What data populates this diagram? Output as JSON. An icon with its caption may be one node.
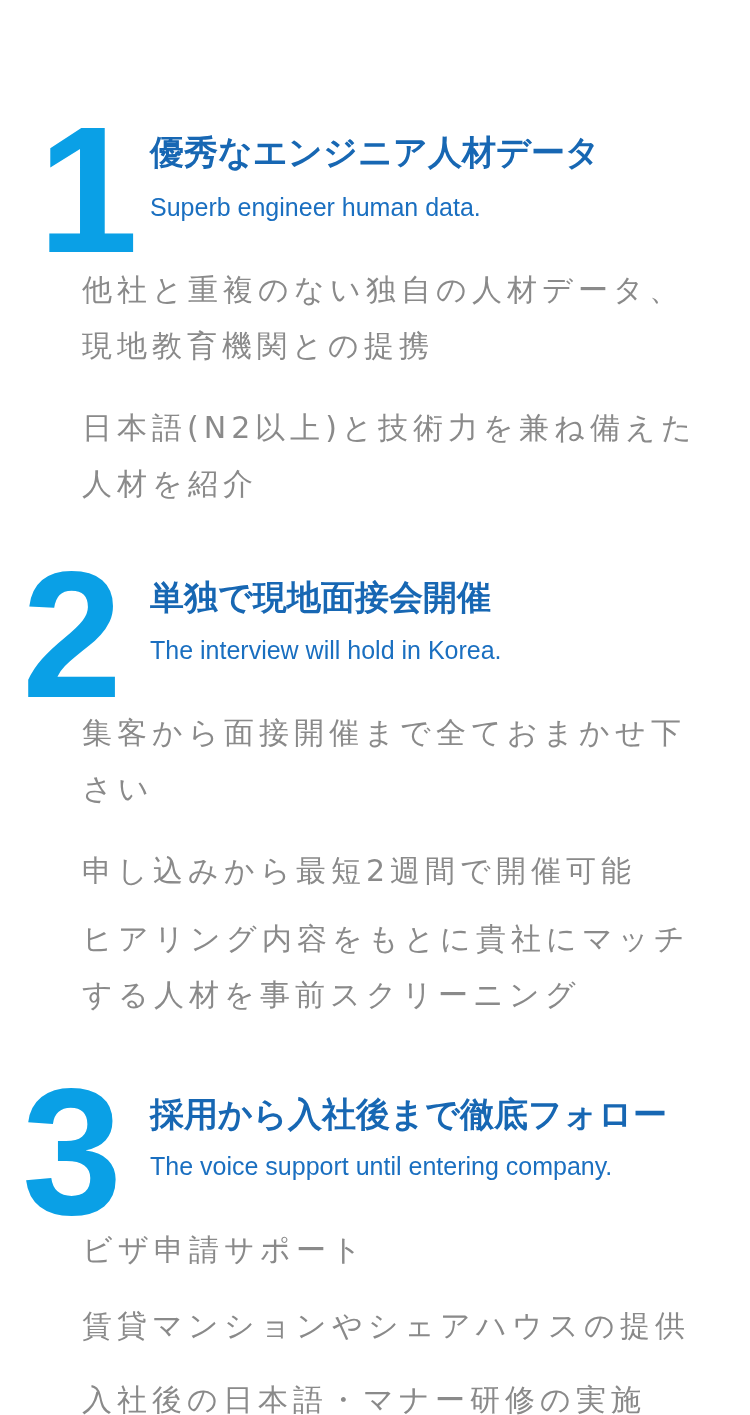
{
  "diagram": {
    "labels": [
      "1",
      "優秀なエンジニア人材データ",
      "Superb engineer human data.",
      "他社と重複のない独自の人材データ、現地教育機関との提携",
      "日本語(N2以上)と技術力を兼ね備えた人材を紹介",
      "2",
      "単独で現地面接会開催",
      "The interview will hold in Korea.",
      "集客から面接開催まで全ておまかせ下さい",
      "申し込みから最短2週間で開催可能",
      "ヒアリング内容をもとに貴社にマッチする人材を事前スクリーニング",
      "3",
      "採用から入社後まで徹底フォロー",
      "The voice support until entering company.",
      "ビザ申請サポート",
      "賃貸マンションやシェアハウスの提供",
      "入社後の日本語・マナー研修の実施"
    ]
  }
}
